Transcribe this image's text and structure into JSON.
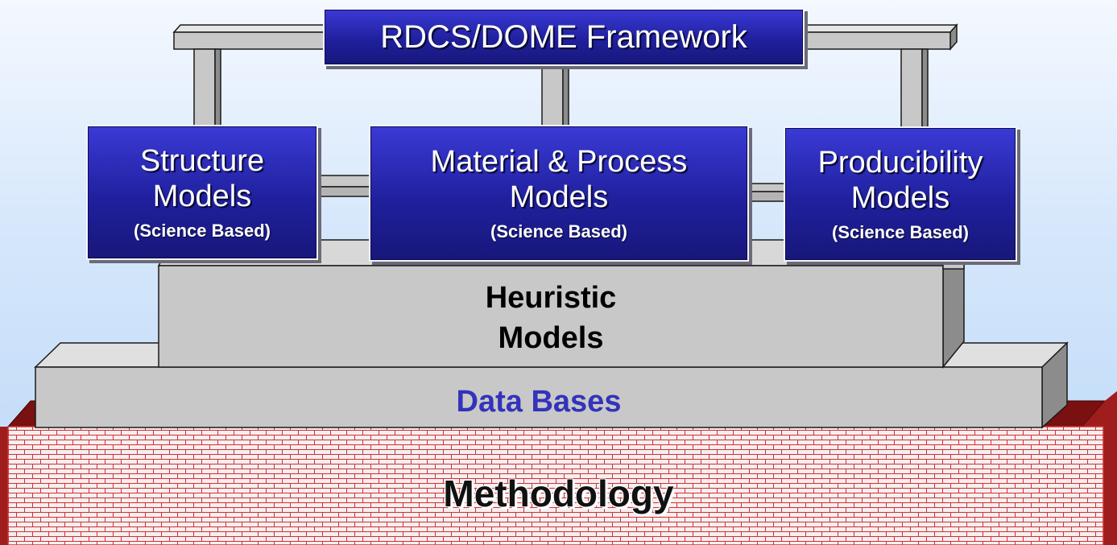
{
  "framework": {
    "label": "RDCS/DOME Framework"
  },
  "models": [
    {
      "title": "Structure",
      "title2": "Models",
      "note": "(Science Based)"
    },
    {
      "title": "Material & Process",
      "title2": "Models",
      "note": "(Science Based)"
    },
    {
      "title": "Producibility",
      "title2": "Models",
      "note": "(Science Based)"
    }
  ],
  "heuristic": {
    "line1": "Heuristic",
    "line2": "Models"
  },
  "databases": {
    "label": "Data Bases"
  },
  "methodology": {
    "label": "Methodology"
  },
  "colors": {
    "box_blue": "#20209e",
    "structure_grey": "#c8c8c8",
    "brick_red": "#cc3333",
    "brick_face": "#f6eef0",
    "database_text": "#3333bb"
  }
}
